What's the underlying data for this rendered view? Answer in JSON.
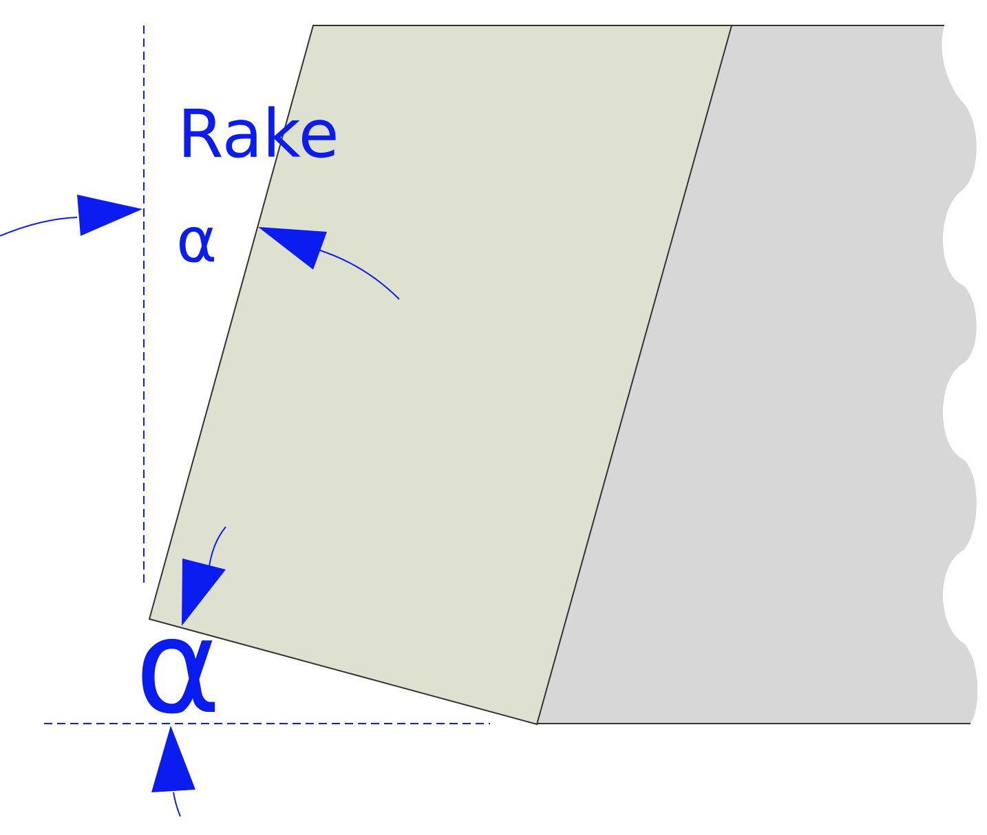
{
  "diagram": {
    "labels": {
      "rake": "Rake",
      "alpha_upper": "α",
      "alpha_lower": "α"
    },
    "colors": {
      "annotation": "#0a1cf0",
      "tool_face": "#dee1cf",
      "workpiece": "#d7d7d7",
      "outline": "#333333"
    }
  }
}
